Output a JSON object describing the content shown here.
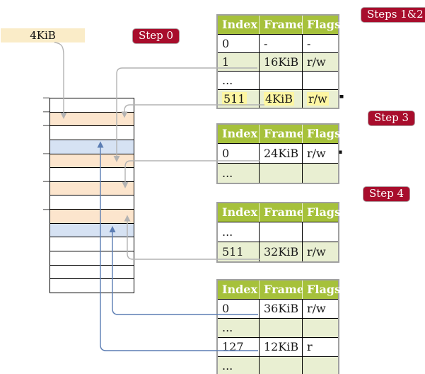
{
  "colors": {
    "page_bg": "#ffffff",
    "badge_bg": "#a80d2c",
    "badge_text": "#ffffff",
    "header_bg": "#a6c13b",
    "header_text": "#ffffff",
    "row_shade": "#e9efd2",
    "highlight": "#fdf6a2",
    "mem_page_table": "#fce5cd",
    "mem_mapped_page": "#d6e2f3",
    "mem_free": "#ffffff",
    "pointer_box_bg": "#faecc8",
    "connector_gray": "#b3b3b3",
    "connector_blue": "#5b7db3",
    "table_outer_border": "#a0a0a0"
  },
  "pointer_box": {
    "label": "4KiB"
  },
  "badges": {
    "step0": "Step 0",
    "steps12": "Steps 1&2",
    "step3": "Step 3",
    "step4": "Step 4"
  },
  "memory_stack": {
    "rows": [
      "free",
      "page-table",
      "free",
      "mapped-page",
      "page-table",
      "free",
      "page-table",
      "free",
      "page-table",
      "mapped-page",
      "free",
      "free",
      "free",
      "free"
    ]
  },
  "tables": [
    {
      "headers": [
        "Index",
        "Frame",
        "Flags"
      ],
      "rows": [
        {
          "cells": [
            "0",
            "-",
            "-"
          ]
        },
        {
          "cells": [
            "1",
            "16KiB",
            "r/w"
          ]
        },
        {
          "cells": [
            "...",
            "",
            ""
          ]
        },
        {
          "cells": [
            "511",
            "4KiB",
            "r/w"
          ],
          "highlighted": true
        }
      ]
    },
    {
      "headers": [
        "Index",
        "Frame",
        "Flags"
      ],
      "rows": [
        {
          "cells": [
            "0",
            "24KiB",
            "r/w"
          ]
        },
        {
          "cells": [
            "...",
            "",
            ""
          ]
        }
      ]
    },
    {
      "headers": [
        "Index",
        "Frame",
        "Flags"
      ],
      "rows": [
        {
          "cells": [
            "...",
            "",
            ""
          ]
        },
        {
          "cells": [
            "511",
            "32KiB",
            "r/w"
          ]
        }
      ]
    },
    {
      "headers": [
        "Index",
        "Frame",
        "Flags"
      ],
      "rows": [
        {
          "cells": [
            "0",
            "36KiB",
            "r/w"
          ]
        },
        {
          "cells": [
            "...",
            "",
            ""
          ]
        },
        {
          "cells": [
            "127",
            "12KiB",
            "r"
          ]
        },
        {
          "cells": [
            "...",
            "",
            ""
          ]
        }
      ]
    }
  ]
}
